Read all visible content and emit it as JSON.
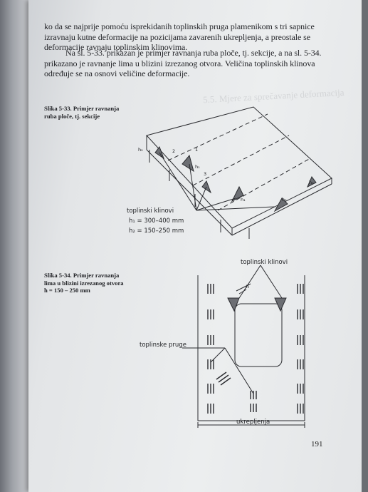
{
  "text": {
    "para1": "ko da se najprije pomoću isprekidanih toplinskih pruga plamenikom s tri sapnice izravnaju kutne deformacije na pozicijama zavarenih ukrepljenja, a preostale se deformacije ravnaju toplinskim klinovima.",
    "para2": "Na sl. 5-33. prikazan je primjer ravnanja ruba ploče, tj. sekcije, a na sl. 5-34. prikazano je ravnanje lima u blizini izrezanog otvora. Veličina toplinskih klinova određuje se na osnovi veličine deformacije."
  },
  "figure1": {
    "caption": "Slika 5-33. Primjer ravnanja ruba ploče, tj. sekcije",
    "label_klinovi": "toplinski klinovi",
    "h1_line": "h₁ = 300–400 mm",
    "h2_line": "h₂ = 150–250 mm",
    "tag_h1": "h₁",
    "tag_h2": "h₂",
    "num1": "1",
    "num2": "2",
    "num3": "3"
  },
  "figure2": {
    "caption": "Slika 5-34. Primjer ravnanja lima u blizini izrezanog otvora h = 150 – 250 mm",
    "label_klinovi": "toplinski klinovi",
    "label_pruge": "toplinske pruge",
    "label_ukrepljenja": "ukrepljenja",
    "label_h": "h"
  },
  "page_number": "191",
  "colors": {
    "page": "#eceeef",
    "ink": "#26272b",
    "background": "#7c8088"
  }
}
